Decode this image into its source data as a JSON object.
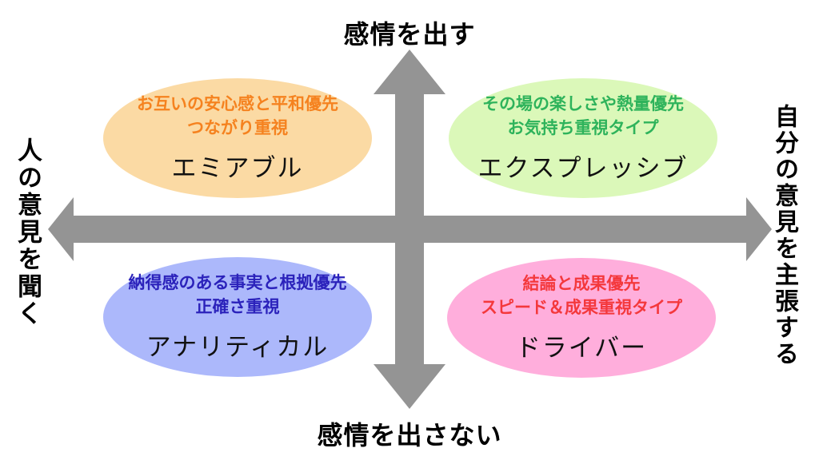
{
  "diagram": {
    "axes": {
      "top": "感情を出す",
      "bottom": "感情を出さない",
      "left": "人の意見を聞く",
      "right": "自分の意見を主張する"
    },
    "colors": {
      "arrow": "#949494",
      "background": "#ffffff",
      "title_text": "#111111"
    },
    "quadrants": [
      {
        "position": "top-left",
        "fill": "#FBDAA4",
        "accent": "#F5821F",
        "line1": "お互いの安心感と平和優先",
        "line2": "つながり重視",
        "title": "エミアブル"
      },
      {
        "position": "top-right",
        "fill": "#DBF8B9",
        "accent": "#2EB35B",
        "line1": "その場の楽しさや熱量優先",
        "line2": "お気持ち重視タイプ",
        "title": "エクスプレッシブ"
      },
      {
        "position": "bottom-left",
        "fill": "#ACB8FB",
        "accent": "#2B22BB",
        "line1": "納得感のある事実と根拠優先",
        "line2": "正確さ重視",
        "title": "アナリティカル"
      },
      {
        "position": "bottom-right",
        "fill": "#FFAEDC",
        "accent": "#F4383C",
        "line1": "結論と成果優先",
        "line2": "スピード＆成果重視タイプ",
        "title": "ドライバー"
      }
    ]
  }
}
